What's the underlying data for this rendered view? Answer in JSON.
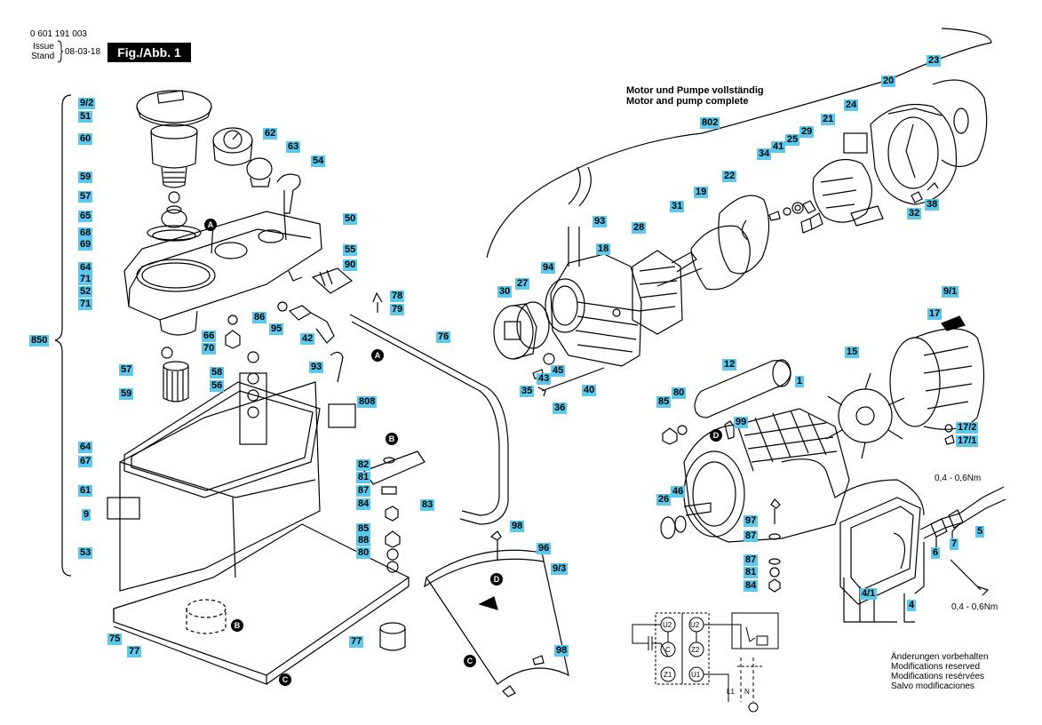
{
  "header": {
    "doc_number": "0 601 191 003",
    "issue_label": "Issue",
    "stand_label": "Stand",
    "issue_date": "08-03-18",
    "figure_label": "Fig./Abb. 1"
  },
  "title": {
    "line1": "Motor und Pumpe vollständig",
    "line2": "Motor and pump complete"
  },
  "notes": [
    "Änderungen vorbehalten",
    "Modifications reserved",
    "Modifications resérvées",
    "Salvo modificaciones"
  ],
  "torque": {
    "upper": "0,4 - 0,6Nm",
    "lower": "0,4 - 0,6Nm"
  },
  "markers": {
    "a": "A",
    "b": "B",
    "c": "C",
    "d": "D"
  },
  "wiring": {
    "u2": "U2",
    "c": "C",
    "z2": "Z2",
    "z1": "Z1",
    "u1": "U1",
    "l1": "L1",
    "n": "N"
  },
  "labels": {
    "p9_2": "9/2",
    "p51": "51",
    "p60": "60",
    "p59a": "59",
    "p57a": "57",
    "p65": "65",
    "p68": "68",
    "p69": "69",
    "p64a": "64",
    "p71a": "71",
    "p52": "52",
    "p71b": "71",
    "p850": "850",
    "p57b": "57",
    "p59b": "59",
    "p64b": "64",
    "p67": "67",
    "p61": "61",
    "p9": "9",
    "p53": "53",
    "p75": "75",
    "p77a": "77",
    "p77b": "77",
    "p62": "62",
    "p63": "63",
    "p54": "54",
    "p50": "50",
    "p55": "55",
    "p90": "90",
    "p78": "78",
    "p79": "79",
    "p86": "86",
    "p95": "95",
    "p42": "42",
    "p66": "66",
    "p70": "70",
    "p76": "76",
    "p93a": "93",
    "p58": "58",
    "p56": "56",
    "p808": "808",
    "p82": "82",
    "p81a": "81",
    "p87a": "87",
    "p84a": "84",
    "p83": "83",
    "p85a": "85",
    "p88": "88",
    "p80a": "80",
    "p98a": "98",
    "p96": "96",
    "p9_3": "9/3",
    "p98b": "98",
    "p802": "802",
    "p93b": "93",
    "p94": "94",
    "p18": "18",
    "p30": "30",
    "p27": "27",
    "p28": "28",
    "p31": "31",
    "p19": "19",
    "p22": "22",
    "p34": "34",
    "p41": "41",
    "p25": "25",
    "p29": "29",
    "p21": "21",
    "p24": "24",
    "p20": "20",
    "p23": "23",
    "p32": "32",
    "p38": "38",
    "p43": "43",
    "p45": "45",
    "p35": "35",
    "p40": "40",
    "p36": "36",
    "p12": "12",
    "p1": "1",
    "p15": "15",
    "p9_1": "9/1",
    "p17": "17",
    "p17_2": "17/2",
    "p17_1": "17/1",
    "p85b": "85",
    "p80b": "80",
    "p99": "99",
    "p26": "26",
    "p46": "46",
    "p97": "97",
    "p87b": "87",
    "p87c": "87",
    "p81b": "81",
    "p84b": "84",
    "p5": "5",
    "p7": "7",
    "p6": "6",
    "p4_1": "4/1",
    "p4": "4"
  },
  "colors": {
    "label_bg": "#5bc8ec",
    "ink": "#000000",
    "paper": "#ffffff"
  }
}
